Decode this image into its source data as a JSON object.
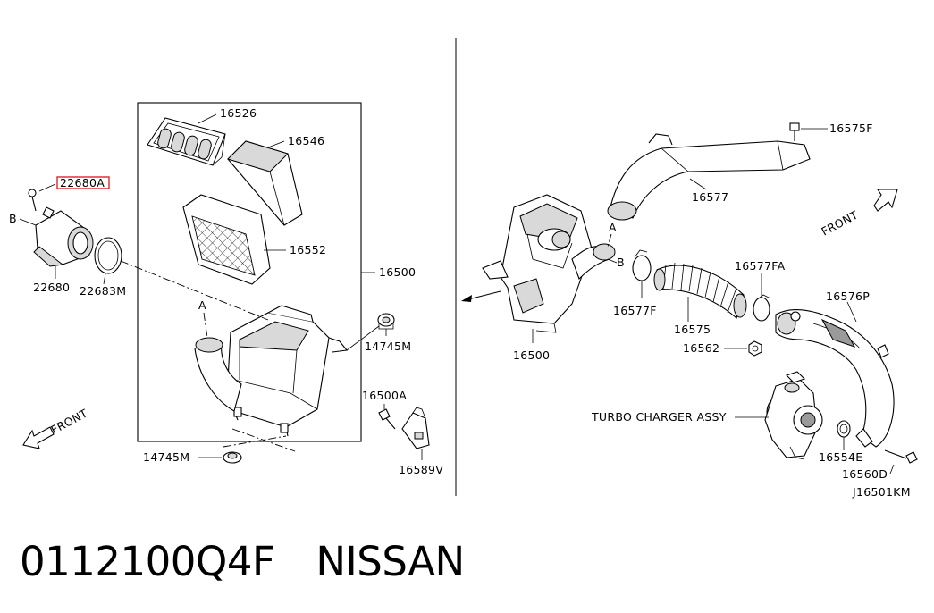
{
  "callouts": {
    "p16526": "16526",
    "p16546": "16546",
    "p16552": "16552",
    "p16500_box": "16500",
    "p22680A": "22680A",
    "p22680": "22680",
    "p22683M": "22683M",
    "p14745M_a": "14745M",
    "p16500A": "16500A",
    "p16589V": "16589V",
    "p14745M_b": "14745M",
    "p16575F": "16575F",
    "p16577": "16577",
    "p16577F": "16577F",
    "p16575": "16575",
    "p16577FA": "16577FA",
    "p16576P": "16576P",
    "p16562": "16562",
    "p16500_right": "16500",
    "turbo": "TURBO CHARGER ASSY",
    "p16554E": "16554E",
    "p16560D": "16560D",
    "diagram_code": "J16501KM"
  },
  "markers": {
    "a_left": "A",
    "b_left": "B",
    "a_right": "A",
    "b_right": "B"
  },
  "front_left": "FRONT",
  "front_right": "FRONT",
  "highlight_color": "#e0242a",
  "part_number": "0112100Q4F",
  "brand": "NISSAN"
}
